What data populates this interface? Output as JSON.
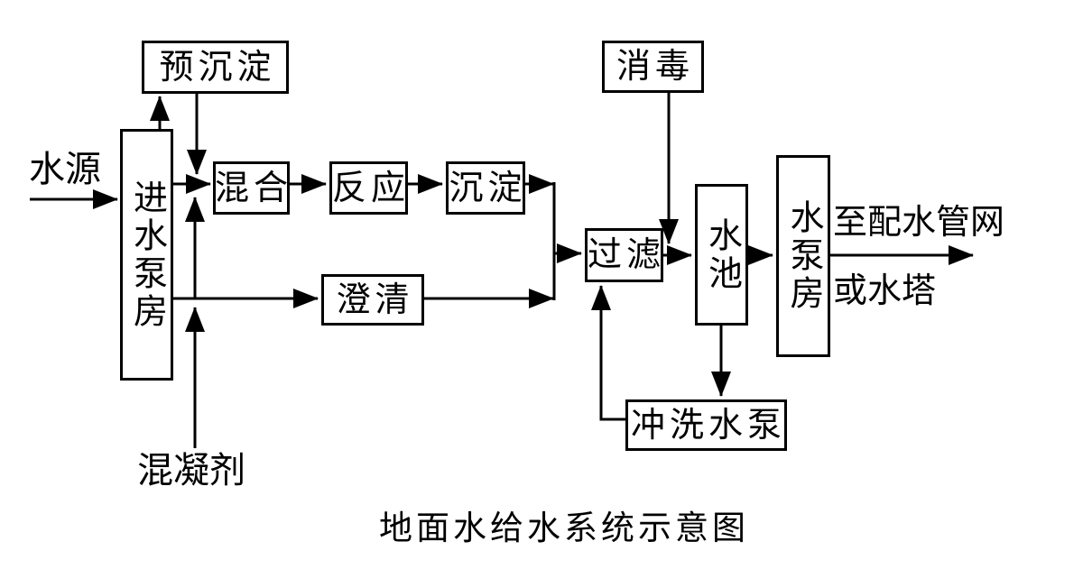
{
  "title": "地面水给水系统示意图",
  "colors": {
    "line": "#000000",
    "background": "#ffffff"
  },
  "nodes": {
    "pre_sedimentation": "预沉淀",
    "disinfection": "消毒",
    "intake_pump_house": "进水泵房",
    "mixing": "混合",
    "reaction": "反应",
    "sedimentation": "沉淀",
    "clarification": "澄清",
    "filtration": "过滤",
    "clear_water_tank": "水池",
    "pump_house": "水泵房",
    "backwash_pump": "冲洗水泵"
  },
  "labels": {
    "water_source": "水源",
    "coagulant": "混凝剂",
    "outlet_line1": "至配水管网",
    "outlet_line2": "或水塔"
  }
}
